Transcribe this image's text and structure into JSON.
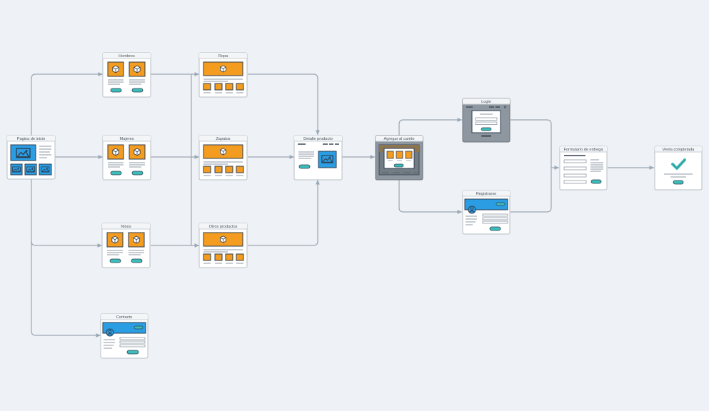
{
  "colors": {
    "background": "#eef1f5",
    "card_border": "#b7bfc7",
    "connector": "#9aa7b4",
    "orange": "#f39c1f",
    "blue": "#2b9de3",
    "teal": "#3cbdb9",
    "dark_panel": "#8e979f"
  },
  "nodes": {
    "inicio": "Pagina de inicio",
    "hombres": "Hombres",
    "mujeres": "Mujeres",
    "ninos": "Ninos",
    "contacto": "Contacto",
    "ropa": "Ropa",
    "zapatos": "Zapatos",
    "otros": "Otros productos",
    "detalle": "Detalle producto",
    "carrito": "Agregar al carrito",
    "login": "Login",
    "registrarse": "Registrarse",
    "entrega": "Formulario de entrega",
    "venta": "Venta completada"
  },
  "icons": {
    "product": "box-icon",
    "image": "mountain-image-icon",
    "user": "user-icon",
    "success": "checkmark-icon"
  }
}
